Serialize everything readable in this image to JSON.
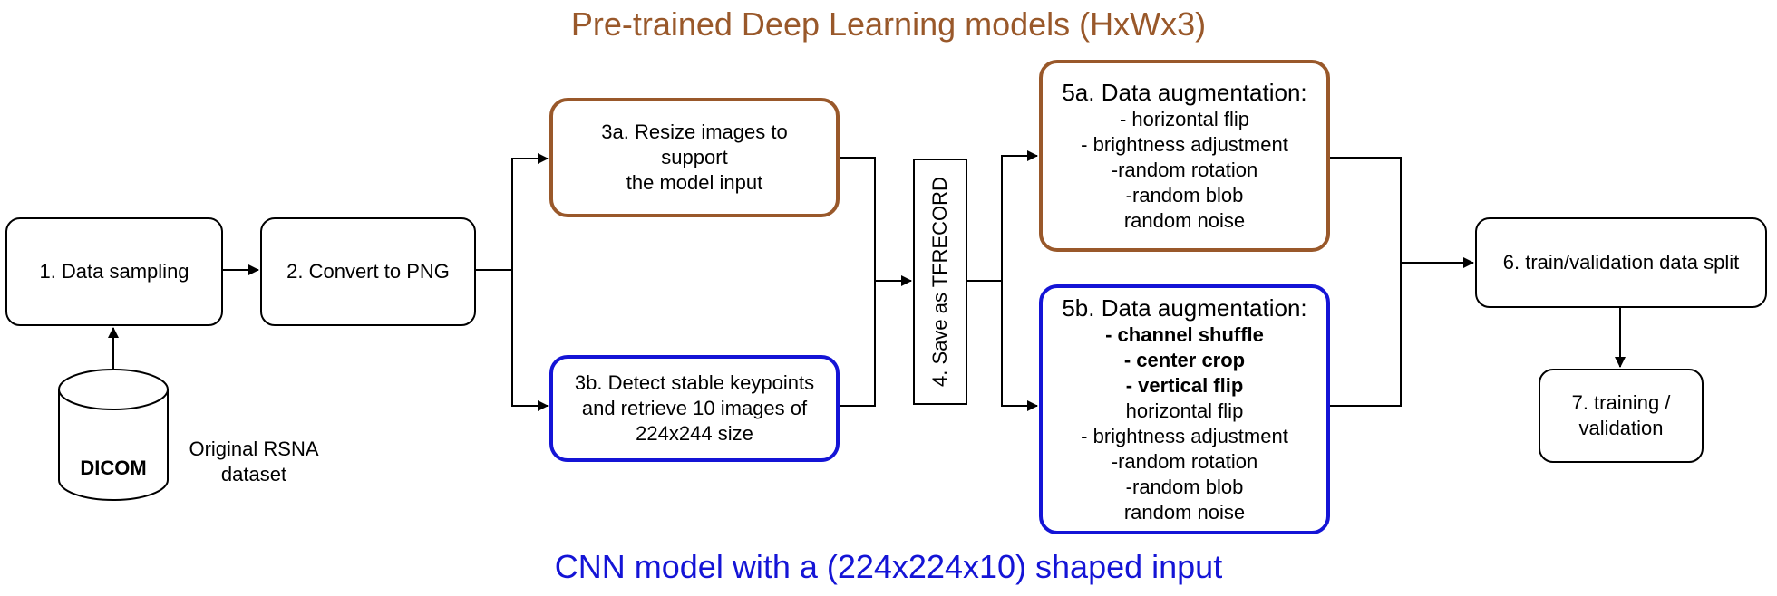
{
  "titles": {
    "top": "Pre-trained Deep Learning models (HxWx3)",
    "bottom": "CNN model with a (224x224x10) shaped input"
  },
  "colors": {
    "brown": "#99582A",
    "blue": "#1414D6",
    "line": "#000000"
  },
  "steps": {
    "data_sampling": "1. Data sampling",
    "convert_png": "2. Convert to PNG",
    "resize": [
      "3a. Resize images to",
      "support",
      "the model input"
    ],
    "detect": [
      "3b. Detect stable keypoints",
      "and retrieve 10 images of",
      "224x244 size"
    ],
    "save": "4. Save as TFRECORD",
    "aug_a": {
      "title": "5a. Data augmentation:",
      "items": [
        "- horizontal flip",
        "- brightness adjustment",
        "-random rotation",
        "-random blob",
        "random noise"
      ]
    },
    "aug_b": {
      "title": "5b. Data augmentation:",
      "bold_items": [
        "- channel shuffle",
        "- center crop",
        "- vertical flip"
      ],
      "items": [
        "horizontal flip",
        "- brightness adjustment",
        "-random rotation",
        "-random blob",
        "random noise"
      ]
    },
    "split": "6. train/validation data split",
    "training": [
      "7. training /",
      "validation"
    ]
  },
  "database": {
    "label": "DICOM",
    "caption": [
      "Original RSNA",
      "dataset"
    ]
  }
}
